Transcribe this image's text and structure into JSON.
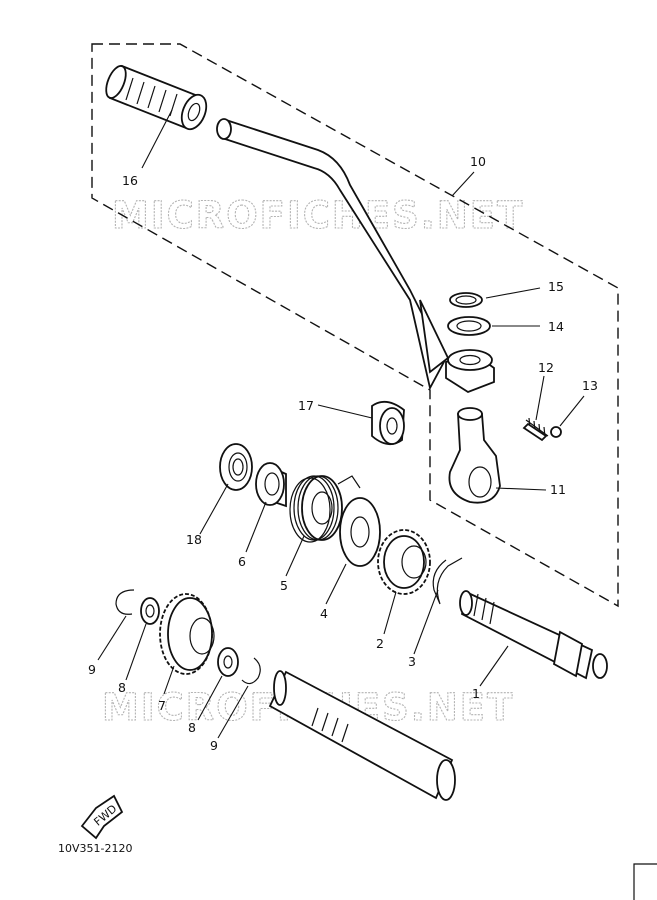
{
  "diagram": {
    "watermarks": [
      "MICROFICHES.NET",
      "MICROFICHES.NET"
    ],
    "diagram_code": "10V351-2120",
    "direction_arrow": "FWD",
    "parts": [
      {
        "ref": "1"
      },
      {
        "ref": "2"
      },
      {
        "ref": "3"
      },
      {
        "ref": "4"
      },
      {
        "ref": "5"
      },
      {
        "ref": "6"
      },
      {
        "ref": "7"
      },
      {
        "ref": "8"
      },
      {
        "ref": "8"
      },
      {
        "ref": "9"
      },
      {
        "ref": "9"
      },
      {
        "ref": "10"
      },
      {
        "ref": "11"
      },
      {
        "ref": "12"
      },
      {
        "ref": "13"
      },
      {
        "ref": "14"
      },
      {
        "ref": "15"
      },
      {
        "ref": "16"
      },
      {
        "ref": "17"
      },
      {
        "ref": "18"
      }
    ]
  }
}
